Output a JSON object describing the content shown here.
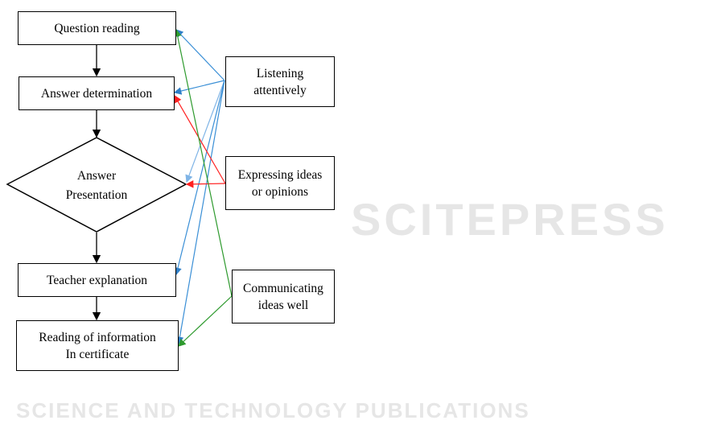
{
  "watermark": {
    "title": "SCITEPRESS",
    "subtitle": "SCIENCE AND TECHNOLOGY PUBLICATIONS"
  },
  "flow": {
    "question_reading": "Question reading",
    "answer_determination": "Answer determination",
    "answer_presentation_line1": "Answer",
    "answer_presentation_line2": "Presentation",
    "teacher_explanation": "Teacher explanation",
    "reading_info_line1": "Reading of information",
    "reading_info_line2": "In certificate"
  },
  "skills": {
    "listening_line1": "Listening",
    "listening_line2": "attentively",
    "expressing_line1": "Expressing ideas",
    "expressing_line2": "or opinions",
    "communicating_line1": "Communicating",
    "communicating_line2": "ideas well"
  },
  "colors": {
    "listening": "#3a8fd6",
    "expressing": "#ff2020",
    "communicating": "#2e9a2e"
  }
}
